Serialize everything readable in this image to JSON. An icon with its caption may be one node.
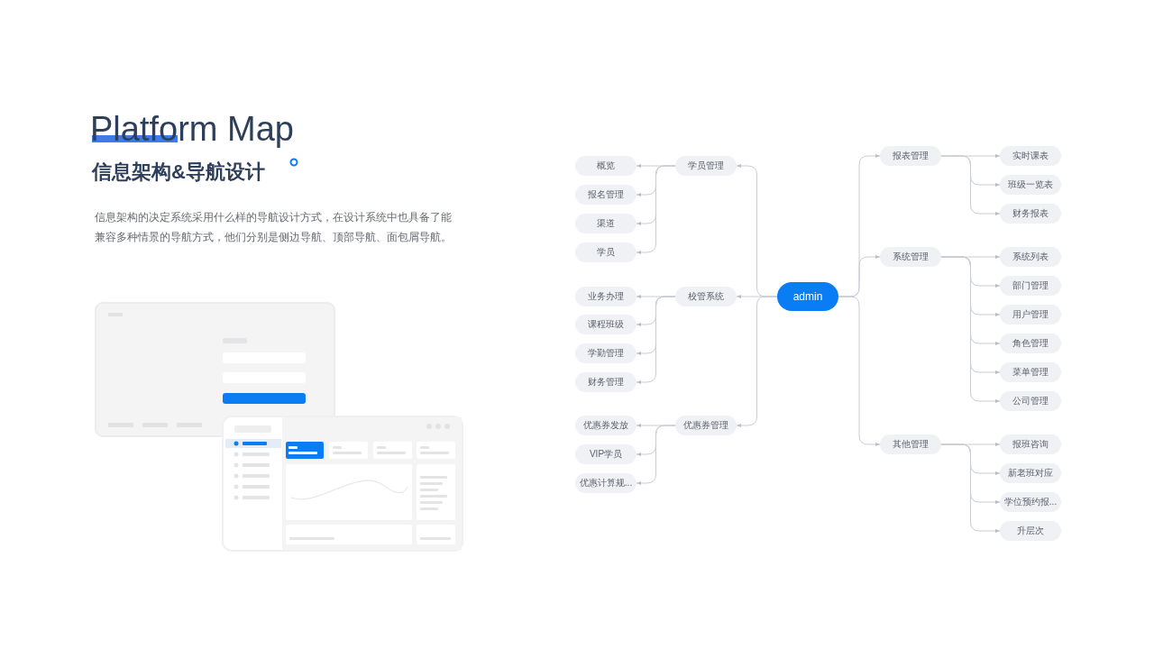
{
  "diagram": {
    "title": "Platform Map",
    "nodes": [
      {
        "text": [
          "admin"
        ]
      },
      {
        "text": [
          "学员管理"
        ]
      },
      {
        "text": [
          "概览"
        ]
      },
      {
        "text": [
          "报名管理"
        ]
      },
      {
        "text": [
          "渠道"
        ]
      },
      {
        "text": [
          "学员"
        ]
      },
      {
        "text": [
          "校管系统"
        ]
      },
      {
        "text": [
          "业务办理"
        ]
      },
      {
        "text": [
          "课程班级"
        ]
      },
      {
        "text": [
          "学勤管理"
        ]
      },
      {
        "text": [
          "财务管理"
        ]
      },
      {
        "text": [
          "优惠券管理"
        ]
      },
      {
        "text": [
          "优惠券发放"
        ]
      },
      {
        "text": [
          "VIP学员"
        ]
      },
      {
        "text": [
          "优惠计算规..."
        ]
      },
      {
        "text": [
          "报表管理"
        ]
      },
      {
        "text": [
          "实时课表"
        ]
      },
      {
        "text": [
          "班级一览表"
        ]
      },
      {
        "text": [
          "财务报表"
        ]
      },
      {
        "text": [
          "系统管理"
        ]
      },
      {
        "text": [
          "系统列表"
        ]
      },
      {
        "text": [
          "部门管理"
        ]
      },
      {
        "text": [
          "用户管理"
        ]
      },
      {
        "text": [
          "角色管理"
        ]
      },
      {
        "text": [
          "菜单管理"
        ]
      },
      {
        "text": [
          "公司管理"
        ]
      },
      {
        "text": [
          "其他管理"
        ]
      },
      {
        "text": [
          "报班咨询"
        ]
      },
      {
        "text": [
          "新老班对应"
        ]
      },
      {
        "text": [
          "学位预约报..."
        ]
      },
      {
        "text": [
          "升层次"
        ]
      }
    ],
    "edges": [
      {
        "from": 0,
        "to": 1,
        "arrow": "to"
      },
      {
        "from": 1,
        "to": 2,
        "arrow": "to"
      },
      {
        "from": 1,
        "to": 3,
        "arrow": "to"
      },
      {
        "from": 1,
        "to": 4,
        "arrow": "to"
      },
      {
        "from": 1,
        "to": 5,
        "arrow": "to"
      },
      {
        "from": 0,
        "to": 6,
        "arrow": "to"
      },
      {
        "from": 6,
        "to": 7,
        "arrow": "to"
      },
      {
        "from": 6,
        "to": 8,
        "arrow": "to"
      },
      {
        "from": 6,
        "to": 9,
        "arrow": "to"
      },
      {
        "from": 6,
        "to": 10,
        "arrow": "to"
      },
      {
        "from": 0,
        "to": 11,
        "arrow": "to"
      },
      {
        "from": 11,
        "to": 12,
        "arrow": "to"
      },
      {
        "from": 11,
        "to": 13,
        "arrow": "to"
      },
      {
        "from": 11,
        "to": 14,
        "arrow": "to"
      },
      {
        "from": 0,
        "to": 15,
        "arrow": "to"
      },
      {
        "from": 15,
        "to": 16,
        "arrow": "to"
      },
      {
        "from": 15,
        "to": 17,
        "arrow": "to"
      },
      {
        "from": 15,
        "to": 18,
        "arrow": "to"
      },
      {
        "from": 0,
        "to": 19,
        "arrow": "to"
      },
      {
        "from": 19,
        "to": 20,
        "arrow": "to"
      },
      {
        "from": 19,
        "to": 21,
        "arrow": "to"
      },
      {
        "from": 19,
        "to": 22,
        "arrow": "to"
      },
      {
        "from": 19,
        "to": 23,
        "arrow": "to"
      },
      {
        "from": 19,
        "to": 24,
        "arrow": "to"
      },
      {
        "from": 19,
        "to": 25,
        "arrow": "to"
      },
      {
        "from": 0,
        "to": 26,
        "arrow": "to"
      },
      {
        "from": 26,
        "to": 27,
        "arrow": "to"
      },
      {
        "from": 26,
        "to": 28,
        "arrow": "to"
      },
      {
        "from": 26,
        "to": 29,
        "arrow": "to"
      },
      {
        "from": 26,
        "to": 30,
        "arrow": "to"
      }
    ],
    "labels": [
      "信息架构&导航设计",
      "信息架构的决定系统采用什么样的导航设计方式，在设计系统中也具备了能兼容多种情景的导航方式，他们分别是侧边导航、顶部导航、面包屑导航。"
    ]
  }
}
